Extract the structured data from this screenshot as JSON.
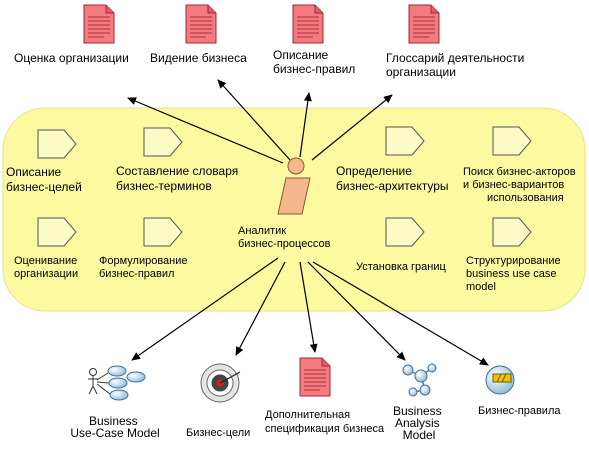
{
  "artifacts_top": [
    {
      "lines": [
        "Оценка организации"
      ]
    },
    {
      "lines": [
        "Видение бизнеса"
      ]
    },
    {
      "lines": [
        "Описание",
        "бизнес-правил"
      ]
    },
    {
      "lines": [
        "Глоссарий деятельности",
        "организации"
      ]
    }
  ],
  "activities": [
    {
      "lines": [
        "Описание",
        "бизнес-целей"
      ]
    },
    {
      "lines": [
        "Составление словаря",
        "бизнес-терминов"
      ]
    },
    {
      "lines": [
        "Определение",
        "бизнес-архитектуры"
      ]
    },
    {
      "lines": [
        "Поиск бизнес-акторов",
        "и бизнес-вариантов",
        "использования"
      ]
    },
    {
      "lines": [
        "Оценивание",
        "организации"
      ]
    },
    {
      "lines": [
        "Формулирование",
        "бизнес-правил"
      ]
    },
    {
      "lines": [
        "Установка границ"
      ]
    },
    {
      "lines": [
        "Структурирование",
        "business use case",
        "model"
      ]
    }
  ],
  "role": {
    "lines": [
      "Аналитик",
      "бизнес-процессов"
    ]
  },
  "artifacts_bottom": [
    {
      "lines": [
        "Business",
        "Use-Case Model"
      ]
    },
    {
      "lines": [
        "Бизнес-цели"
      ]
    },
    {
      "lines": [
        "Дополнительная",
        "спецификация бизнеса"
      ]
    },
    {
      "lines": [
        "Business",
        "Analysis",
        "Model"
      ]
    },
    {
      "lines": [
        "Бизнес-правила"
      ]
    }
  ],
  "colors": {
    "region_fill": "#fdf9a0",
    "document_fill": "#f47a80",
    "activity_fill": "#fcfbc6",
    "role_fill": "#f5b78c"
  }
}
